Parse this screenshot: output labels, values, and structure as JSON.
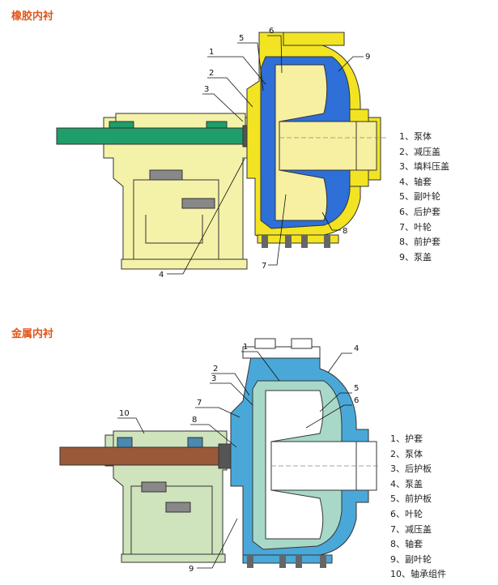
{
  "sections": [
    {
      "title": "橡胶内衬",
      "legend": [
        "1、泵体",
        "2、减压盖",
        "3、填料压盖",
        "4、轴套",
        "5、副叶轮",
        "6、后护套",
        "7、叶轮",
        "8、前护套",
        "9、泵盖"
      ],
      "callouts": [
        "1",
        "2",
        "3",
        "4",
        "5",
        "6",
        "7",
        "8",
        "9"
      ]
    },
    {
      "title": "金属内衬",
      "legend": [
        "1、护套",
        "2、泵体",
        "3、后护板",
        "4、泵盖",
        "5、前护板",
        "6、叶轮",
        "7、减压盖",
        "8、轴套",
        "9、副叶轮",
        "10、轴承组件"
      ],
      "callouts": [
        "1",
        "2",
        "3",
        "4",
        "5",
        "6",
        "7",
        "8",
        "9",
        "10"
      ]
    }
  ],
  "colors": {
    "title": "#e0561a",
    "rubber_frame": "#f4f2a8",
    "rubber_casing": "#f2e422",
    "rubber_liner": "#2e6fd8",
    "metal_frame": "#cfe3bd",
    "metal_casing": "#4aa8d8",
    "metal_liner": "#a8d8c8",
    "shaft_green": "#1f9e6a",
    "shaft_brown": "#9a5a3a"
  }
}
